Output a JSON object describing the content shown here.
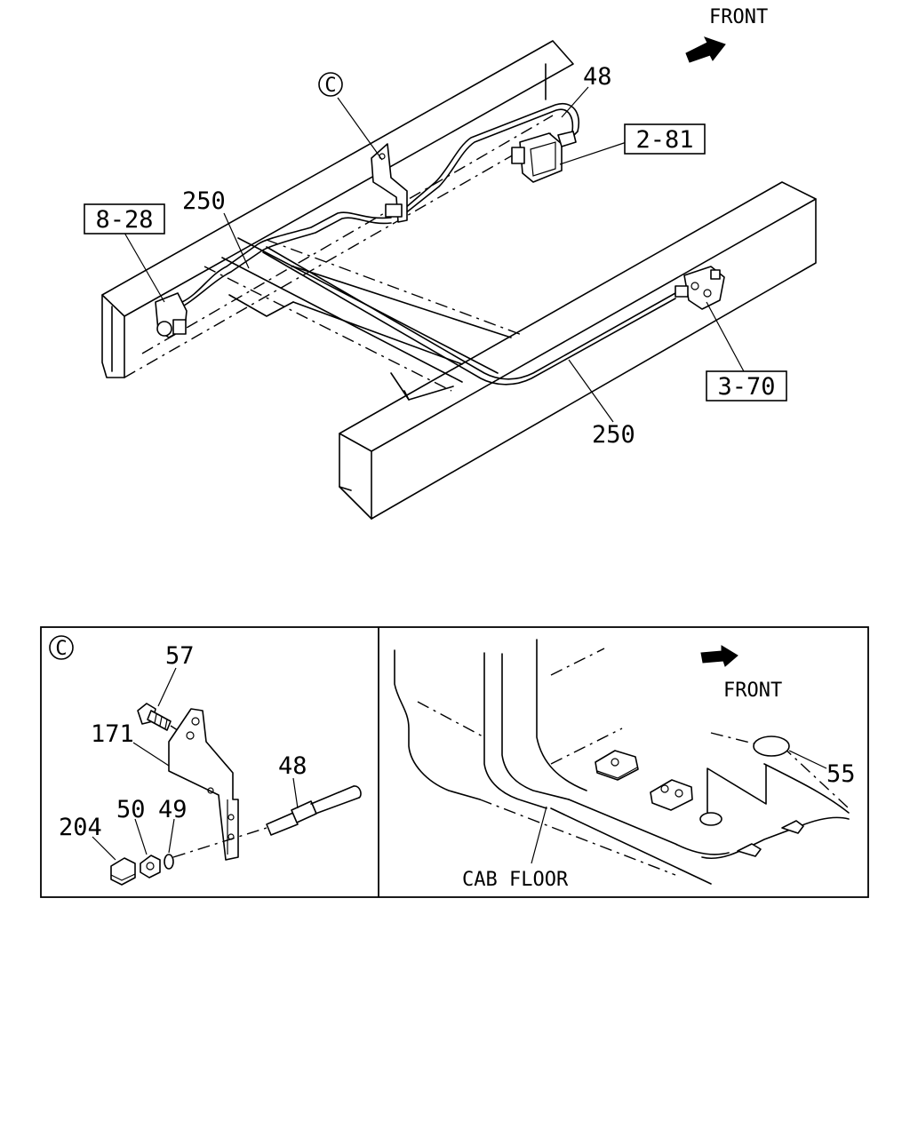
{
  "main_view": {
    "front_label": "FRONT",
    "callout_c": "C",
    "parts": {
      "p48": "48",
      "p250_top": "250",
      "p250_bottom": "250"
    },
    "refs": {
      "r2_81": "2-81",
      "r8_28": "8-28",
      "r3_70": "3-70"
    }
  },
  "detail_c": {
    "marker": "C",
    "parts": {
      "p57": "57",
      "p171": "171",
      "p48": "48",
      "p204": "204",
      "p50": "50",
      "p49": "49"
    }
  },
  "detail_floor": {
    "front_label": "FRONT",
    "p55": "55",
    "cab_floor_label": "CAB FLOOR"
  }
}
